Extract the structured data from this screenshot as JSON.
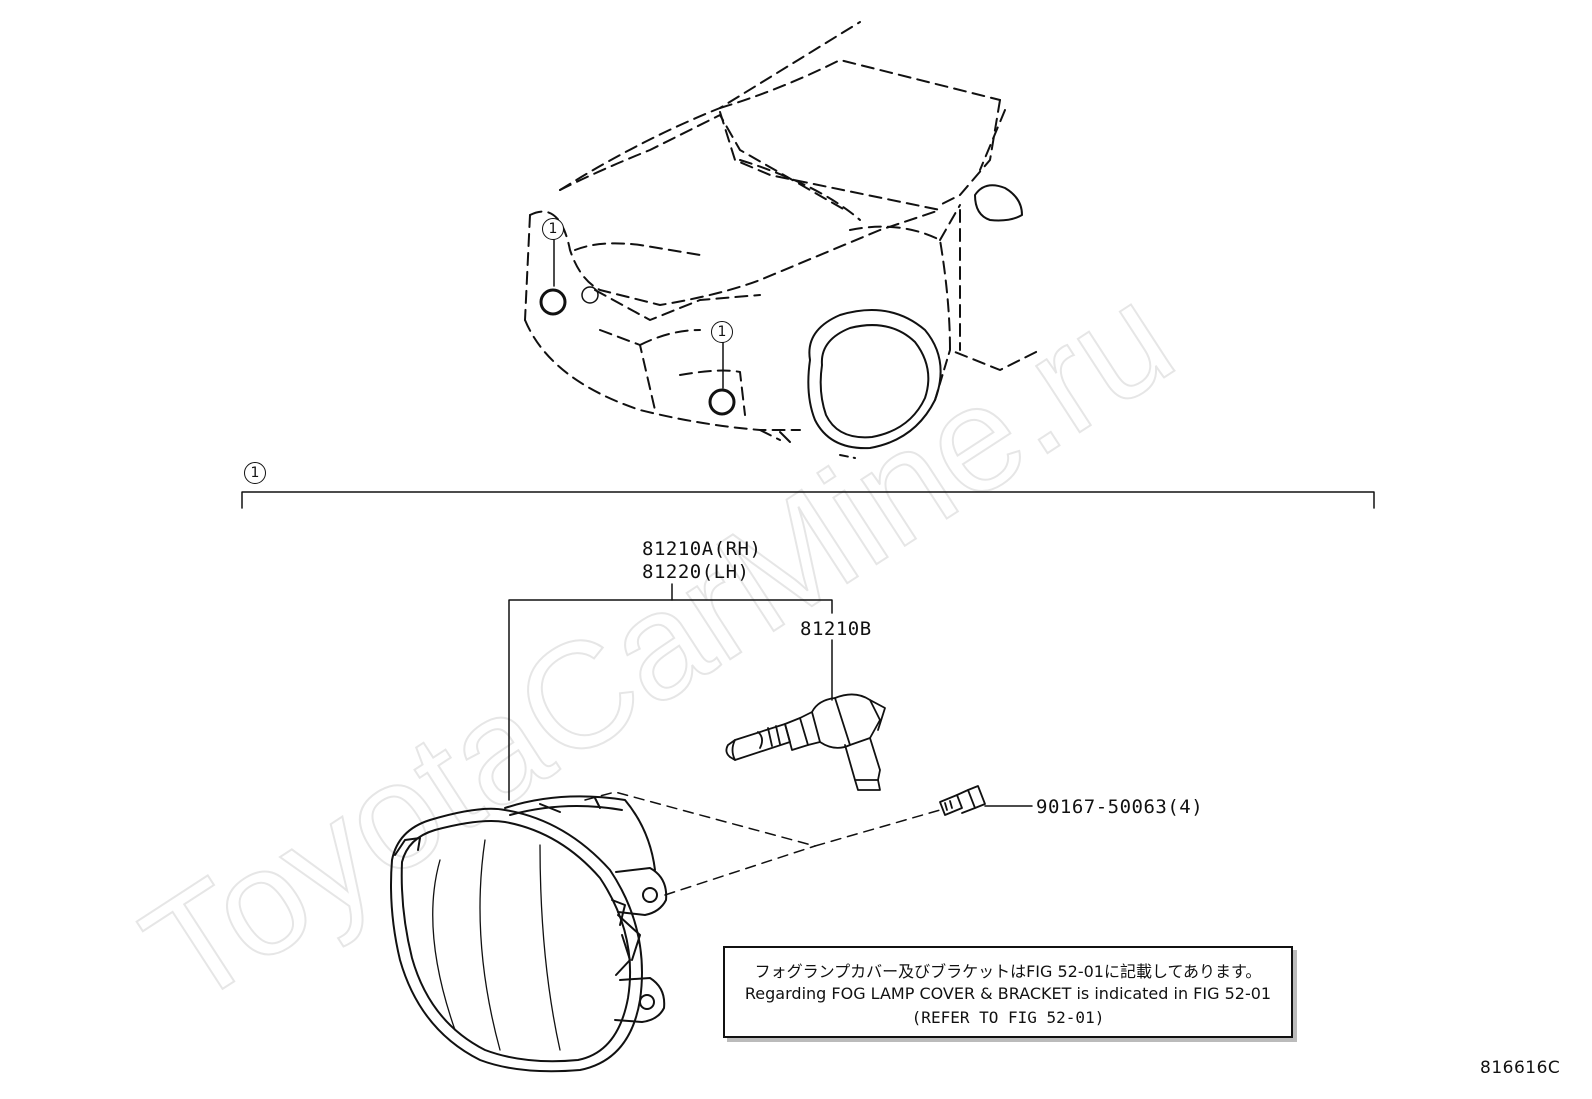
{
  "diagram": {
    "callout_symbol": "1",
    "parts": {
      "fog_lamp_rh": "81210A(RH)",
      "fog_lamp_lh": "81220(LH)",
      "bulb": "81210B",
      "screw": "90167-50063(4)"
    },
    "note": {
      "line_jp": "フォグランプカバー及びブラケットはFIG 52-01に記載してあります。",
      "line_en": "Regarding FOG LAMP COVER & BRACKET is indicated in FIG 52-01",
      "line_ref": "(REFER TO FIG 52-01)"
    },
    "figure_id": "816616C",
    "watermark": "ToyotaCarMine.ru"
  }
}
